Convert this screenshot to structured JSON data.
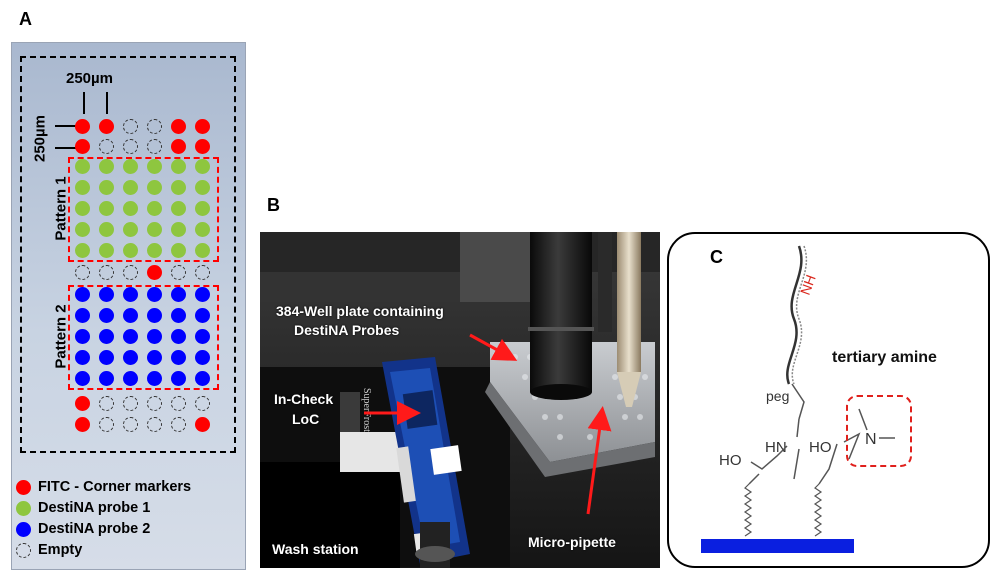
{
  "panels": {
    "a": {
      "letter": "A"
    },
    "b": {
      "letter": "B"
    },
    "c": {
      "letter": "C"
    }
  },
  "panel_a": {
    "scale_horizontal": "250µm",
    "scale_vertical": "250µm",
    "pattern1_label": "Pattern 1",
    "pattern2_label": "Pattern 2",
    "grid_columns": 6,
    "grid_rows": [
      [
        "red",
        "red",
        "empty",
        "empty",
        "red",
        "red"
      ],
      [
        "red",
        "empty",
        "empty",
        "empty",
        "red",
        "red"
      ],
      [
        "green",
        "green",
        "green",
        "green",
        "green",
        "green"
      ],
      [
        "green",
        "green",
        "green",
        "green",
        "green",
        "green"
      ],
      [
        "green",
        "green",
        "green",
        "green",
        "green",
        "green"
      ],
      [
        "green",
        "green",
        "green",
        "green",
        "green",
        "green"
      ],
      [
        "green",
        "green",
        "green",
        "green",
        "green",
        "green"
      ],
      [
        "empty",
        "empty",
        "empty",
        "red",
        "empty",
        "empty"
      ],
      [
        "blue",
        "blue",
        "blue",
        "blue",
        "blue",
        "blue"
      ],
      [
        "blue",
        "blue",
        "blue",
        "blue",
        "blue",
        "blue"
      ],
      [
        "blue",
        "blue",
        "blue",
        "blue",
        "blue",
        "blue"
      ],
      [
        "blue",
        "blue",
        "blue",
        "blue",
        "blue",
        "blue"
      ],
      [
        "blue",
        "blue",
        "blue",
        "blue",
        "blue",
        "blue"
      ],
      [
        "red",
        "empty",
        "empty",
        "empty",
        "empty",
        "empty"
      ],
      [
        "red",
        "empty",
        "empty",
        "empty",
        "empty",
        "red"
      ]
    ],
    "legend": [
      {
        "kind": "red",
        "label": "FITC - Corner markers"
      },
      {
        "kind": "green",
        "label": "DestiNA probe 1"
      },
      {
        "kind": "blue",
        "label": "DestiNA probe 2"
      },
      {
        "kind": "empty",
        "label": "Empty"
      }
    ]
  },
  "panel_b": {
    "label_well_plate": "384-Well plate containing",
    "label_well_plate_2": "DestiNA Probes",
    "label_incheck_1": "In-Check",
    "label_incheck_2": "LoC",
    "label_wash": "Wash station",
    "label_pipette": "Micro-pipette",
    "slide_text": "SuperFrost"
  },
  "panel_c": {
    "nh_label": "NH",
    "peg_label": "peg",
    "hn_label": "HN",
    "ho_left": "HO",
    "ho_right": "HO",
    "n_label": "N",
    "tertiary_label": "tertiary amine"
  },
  "colors": {
    "red": "#ff0000",
    "green": "#8ec63f",
    "blue": "#0000ff",
    "surface": "#0a1fe0"
  }
}
